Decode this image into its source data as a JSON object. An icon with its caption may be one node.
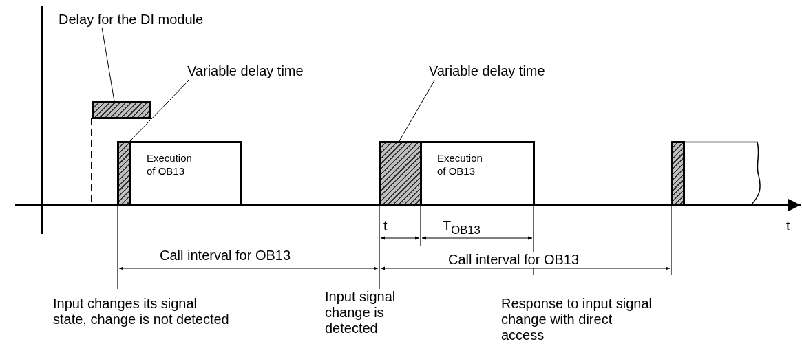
{
  "diagram": {
    "nodes": [
      {
        "text": [
          "Delay for the DI module"
        ]
      },
      {
        "text": [],
        "shape": "bar"
      },
      {
        "text": [
          "Variable delay time"
        ]
      },
      {
        "text": [],
        "shape": "bar"
      },
      {
        "text": [
          "Execution of OB13"
        ]
      },
      {
        "text": [
          "Variable delay time"
        ]
      },
      {
        "text": [],
        "shape": "bar"
      },
      {
        "text": [
          "Execution of OB13"
        ]
      },
      {
        "text": [],
        "shape": "bar"
      },
      {
        "text": [],
        "shape": "box"
      }
    ],
    "edges": [
      {
        "from": 0,
        "to": 1,
        "arrow": "none"
      },
      {
        "from": 2,
        "to": 3,
        "arrow": "none"
      },
      {
        "from": 5,
        "to": 6,
        "arrow": "none"
      }
    ],
    "labels": [
      "t",
      "T$_{OB13}$",
      "t",
      "Call interval for OB13",
      "Call interval for OB13",
      "Input changes its signal state, change is not detected",
      "Input signal change is detected",
      "Response to input signal change with direct access"
    ]
  }
}
